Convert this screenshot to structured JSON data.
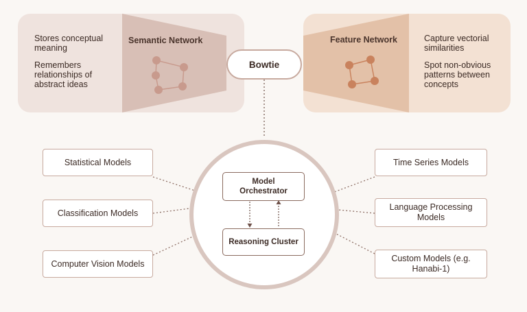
{
  "semantic_network": {
    "title": "Semantic Network",
    "notes": [
      "Stores conceptual meaning",
      "Remembers relationships of abstract ideas"
    ]
  },
  "feature_network": {
    "title": "Feature Network",
    "notes": [
      "Capture vectorial similarities",
      "Spot non-obvious patterns between concepts"
    ]
  },
  "center": {
    "label": "Bowtie"
  },
  "core": {
    "orchestrator": "Model Orchestrator",
    "reasoning": "Reasoning Cluster"
  },
  "left_models": [
    "Statistical Models",
    "Classification Models",
    "Computer Vision Models"
  ],
  "right_models": [
    "Time Series Models",
    "Language Processing Models",
    "Custom Models (e.g. Hanabi-1)"
  ],
  "colors": {
    "left_panel": "#efe3de",
    "left_trap": "#d8bfb6",
    "left_node": "#c89a8d",
    "right_panel": "#f3e1d3",
    "right_trap": "#e3c1a8",
    "right_node": "#c9825d",
    "border": "#c7a99e",
    "ring": "#d9c6bf"
  }
}
